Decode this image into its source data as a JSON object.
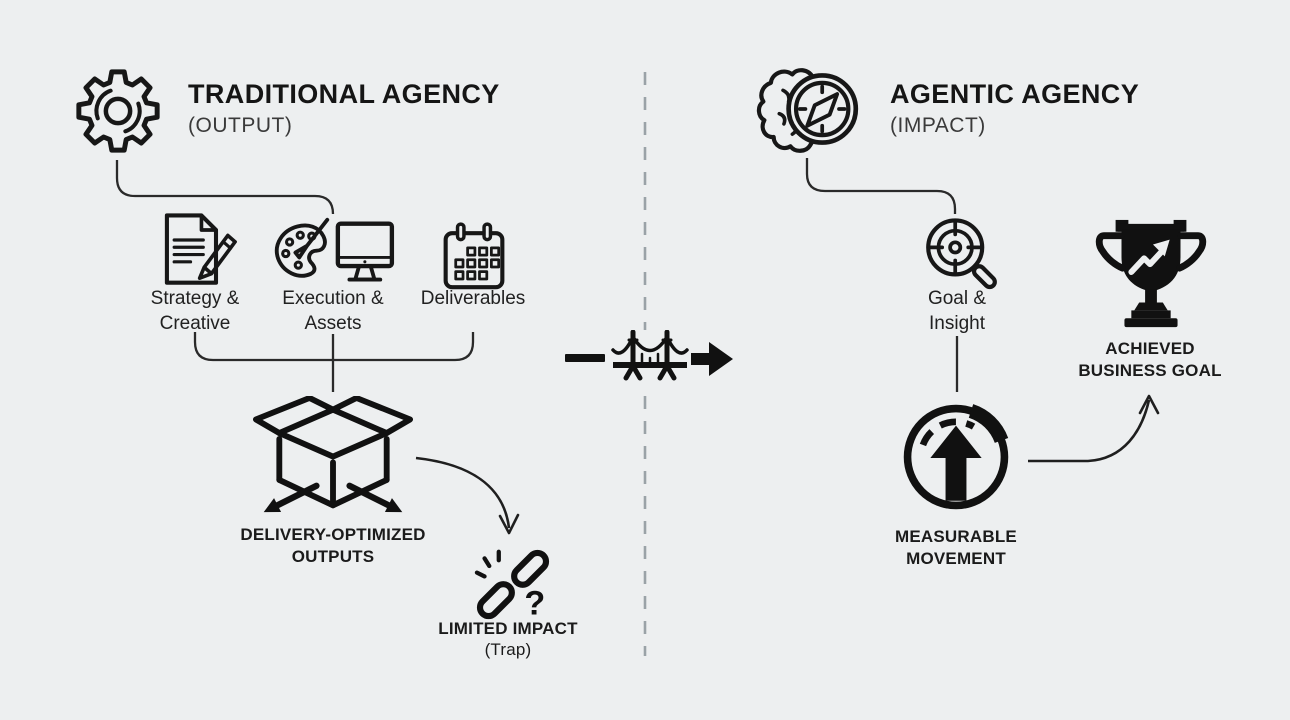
{
  "colors": {
    "background": "#edeff0",
    "ink": "#171717",
    "connector": "#2a2a2a",
    "divider": "#9aa2a7"
  },
  "left_panel": {
    "title": "TRADITIONAL AGENCY",
    "subtitle": "(OUTPUT)",
    "header_icon": "gear-icon",
    "items": [
      {
        "label": "Strategy & Creative",
        "icon": "document-pencil-icon"
      },
      {
        "label": "Execution & Assets",
        "icon": "palette-monitor-icon"
      },
      {
        "label": "Deliverables",
        "icon": "calendar-icon"
      }
    ],
    "output_icon": "open-box-arrows-icon",
    "output_label": "DELIVERY-OPTIMIZED OUTPUTS",
    "trap_icon": "broken-chain-icon",
    "trap_label": "LIMITED IMPACT",
    "trap_sublabel": "(Trap)"
  },
  "transition": {
    "icon": "bridge-icon",
    "arrow": "right-arrow-icon",
    "divider_style": "dashed-vertical"
  },
  "right_panel": {
    "title": "AGENTIC AGENCY",
    "subtitle": "(IMPACT)",
    "header_icon": "brain-compass-icon",
    "goal_icon": "target-magnifier-icon",
    "goal_label": "Goal & Insight",
    "movement_icon": "gauge-up-arrow-icon",
    "movement_label": "MEASURABLE MOVEMENT",
    "achieved_icon": "trophy-chart-icon",
    "achieved_label": "ACHIEVED BUSINESS GOAL"
  }
}
